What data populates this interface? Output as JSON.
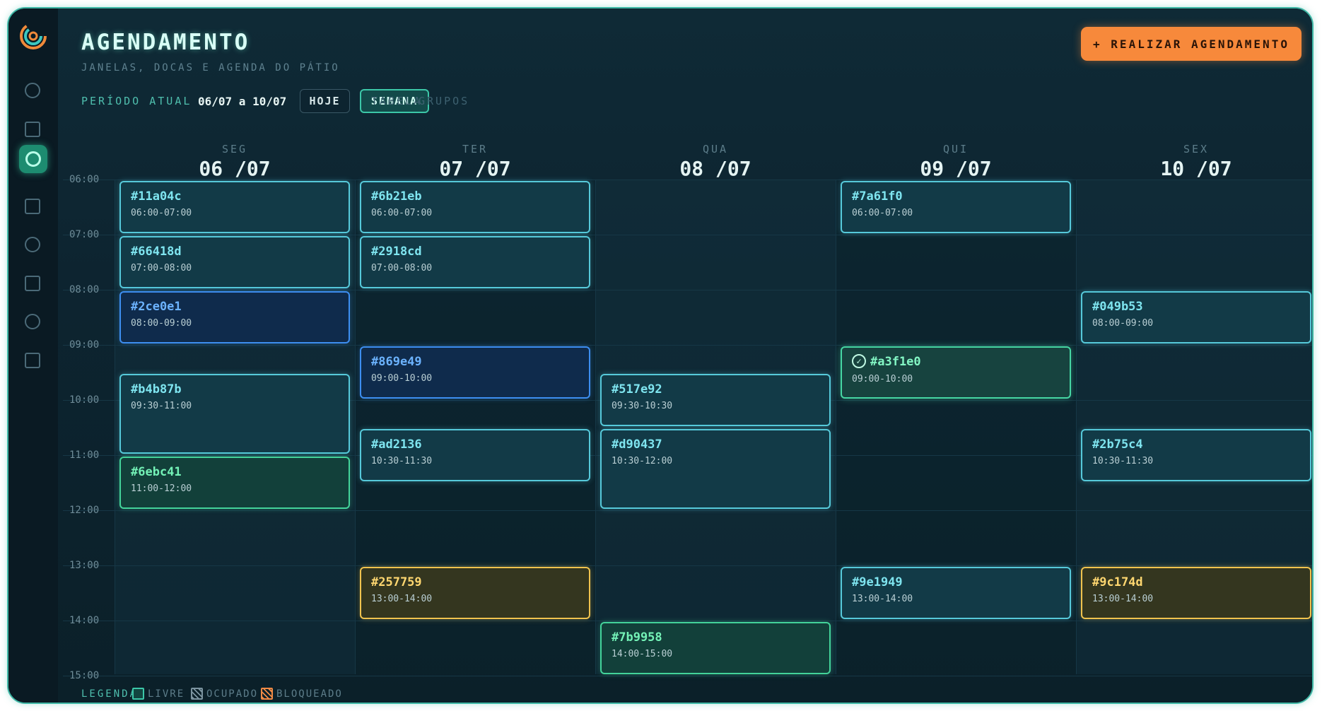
{
  "header": {
    "title": "AGENDAMENTO",
    "subtitle": "JANELAS, DOCAS E AGENDA DO PÁTIO",
    "cta_label": "+ REALIZAR AGENDAMENTO"
  },
  "toolbar": {
    "period_label": "PERÍODO ATUAL",
    "period_value": "06/07 a 10/07",
    "today_label": "HOJE",
    "week_label": "SEMANA",
    "table_label": "TABELA",
    "groups_label": "GRUPOS"
  },
  "sidebar": {
    "icons": [
      "circle-icon",
      "square-icon",
      "circle-active-icon",
      "square-icon",
      "circle-icon",
      "square-icon",
      "circle-icon",
      "square-icon"
    ],
    "active_index": 2
  },
  "calendar": {
    "hours": [
      "06:00",
      "07:00",
      "08:00",
      "09:00",
      "10:00",
      "11:00",
      "12:00",
      "13:00",
      "14:00",
      "15:00"
    ],
    "days": [
      {
        "name": "SEG",
        "date": "06 /07"
      },
      {
        "name": "TER",
        "date": "07 /07"
      },
      {
        "name": "QUA",
        "date": "08 /07"
      },
      {
        "name": "QUI",
        "date": "09 /07"
      },
      {
        "name": "SEX",
        "date": "10 /07"
      }
    ],
    "events": [
      {
        "id": "#11a04c",
        "time": "06:00-07:00",
        "day": 0,
        "start": 6,
        "end": 7,
        "kind": "cyan"
      },
      {
        "id": "#66418d",
        "time": "07:00-08:00",
        "day": 0,
        "start": 7,
        "end": 8,
        "kind": "cyan"
      },
      {
        "id": "#2ce0e1",
        "time": "08:00-09:00",
        "day": 0,
        "start": 8,
        "end": 9,
        "kind": "blue"
      },
      {
        "id": "#b4b87b",
        "time": "09:30-11:00",
        "day": 0,
        "start": 9.5,
        "end": 11,
        "kind": "cyan"
      },
      {
        "id": "#6ebc41",
        "time": "11:00-12:00",
        "day": 0,
        "start": 11,
        "end": 12,
        "kind": "green"
      },
      {
        "id": "#6b21eb",
        "time": "06:00-07:00",
        "day": 1,
        "start": 6,
        "end": 7,
        "kind": "cyan"
      },
      {
        "id": "#2918cd",
        "time": "07:00-08:00",
        "day": 1,
        "start": 7,
        "end": 8,
        "kind": "cyan"
      },
      {
        "id": "#869e49",
        "time": "09:00-10:00",
        "day": 1,
        "start": 9,
        "end": 10,
        "kind": "blue"
      },
      {
        "id": "#ad2136",
        "time": "10:30-11:30",
        "day": 1,
        "start": 10.5,
        "end": 11.5,
        "kind": "cyan"
      },
      {
        "id": "#257759",
        "time": "13:00-14:00",
        "day": 1,
        "start": 13,
        "end": 14,
        "kind": "yellow"
      },
      {
        "id": "#517e92",
        "time": "09:30-10:30",
        "day": 2,
        "start": 9.5,
        "end": 10.5,
        "kind": "cyan"
      },
      {
        "id": "#d90437",
        "time": "10:30-12:00",
        "day": 2,
        "start": 10.5,
        "end": 12,
        "kind": "cyan"
      },
      {
        "id": "#7b9958",
        "time": "14:00-15:00",
        "day": 2,
        "start": 14,
        "end": 15,
        "kind": "green"
      },
      {
        "id": "#7a61f0",
        "time": "06:00-07:00",
        "day": 3,
        "start": 6,
        "end": 7,
        "kind": "cyan"
      },
      {
        "id": "#a3f1e0",
        "time": "09:00-10:00",
        "day": 3,
        "start": 9,
        "end": 10,
        "kind": "done"
      },
      {
        "id": "#9e1949",
        "time": "13:00-14:00",
        "day": 3,
        "start": 13,
        "end": 14,
        "kind": "cyan"
      },
      {
        "id": "#049b53",
        "time": "08:00-09:00",
        "day": 4,
        "start": 8,
        "end": 9,
        "kind": "cyan"
      },
      {
        "id": "#2b75c4",
        "time": "10:30-11:30",
        "day": 4,
        "start": 10.5,
        "end": 11.5,
        "kind": "cyan"
      },
      {
        "id": "#9c174d",
        "time": "13:00-14:00",
        "day": 4,
        "start": 13,
        "end": 14,
        "kind": "yellow"
      }
    ]
  },
  "legend": {
    "label": "LEGENDA",
    "items": [
      {
        "label": "LIVRE",
        "kind": "livre"
      },
      {
        "label": "OCUPADO",
        "kind": "ocupado"
      },
      {
        "label": "BLOQUEADO",
        "kind": "bloqueado"
      }
    ]
  },
  "colors": {
    "accent": "#3cc7a8",
    "cta": "#f7893b",
    "background": "#0c1f2a"
  }
}
